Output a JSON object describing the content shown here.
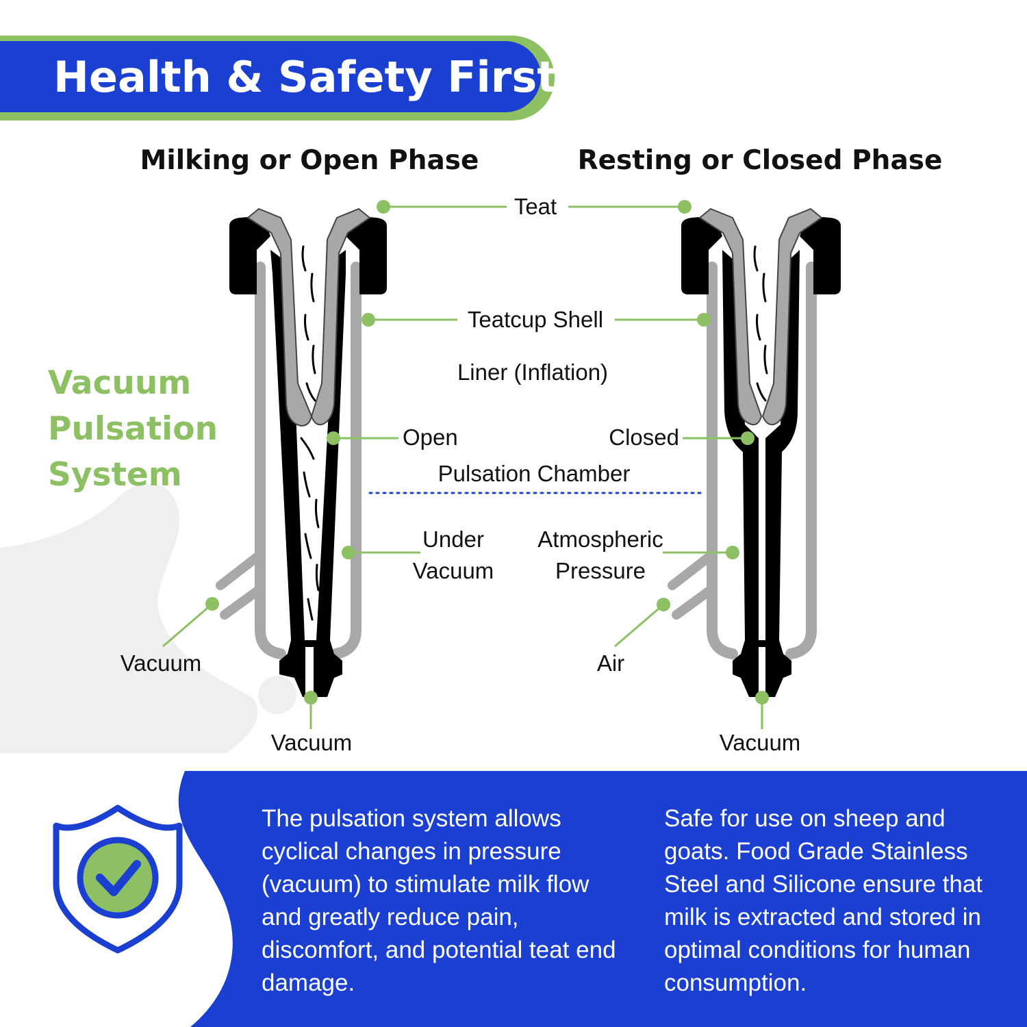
{
  "banner": {
    "title": "Health & Safety First"
  },
  "side_title": {
    "line1": "Vacuum",
    "line2": "Pulsation",
    "line3": "System"
  },
  "phases": {
    "left": "Milking or Open Phase",
    "right": "Resting or Closed Phase"
  },
  "labels": {
    "teat": "Teat",
    "teatcup_shell": "Teatcup Shell",
    "liner": "Liner (Inflation)",
    "open": "Open",
    "closed": "Closed",
    "pulsation_chamber": "Pulsation Chamber",
    "under_vacuum_1": "Under",
    "under_vacuum_2": "Vacuum",
    "atmospheric_1": "Atmospheric",
    "atmospheric_2": "Pressure",
    "vacuum_left_side": "Vacuum",
    "vacuum_left_bottom": "Vacuum",
    "air": "Air",
    "vacuum_right_bottom": "Vacuum"
  },
  "footer": {
    "left_text": "The pulsation system allows cyclical changes in pressure (vacuum) to stimulate milk flow and greatly reduce pain, discomfort, and potential teat end damage.",
    "right_text": "Safe for use on sheep and goats. Food Grade Stainless Steel and Silicone ensure that milk is extracted and stored in optimal conditions for human consumption."
  },
  "colors": {
    "brand_blue": "#1a3fd1",
    "accent_green": "#8dc063",
    "gray": "#a8a8a8",
    "splash": "#eeeff1"
  },
  "icons": {
    "badge": "shield-check-icon"
  }
}
